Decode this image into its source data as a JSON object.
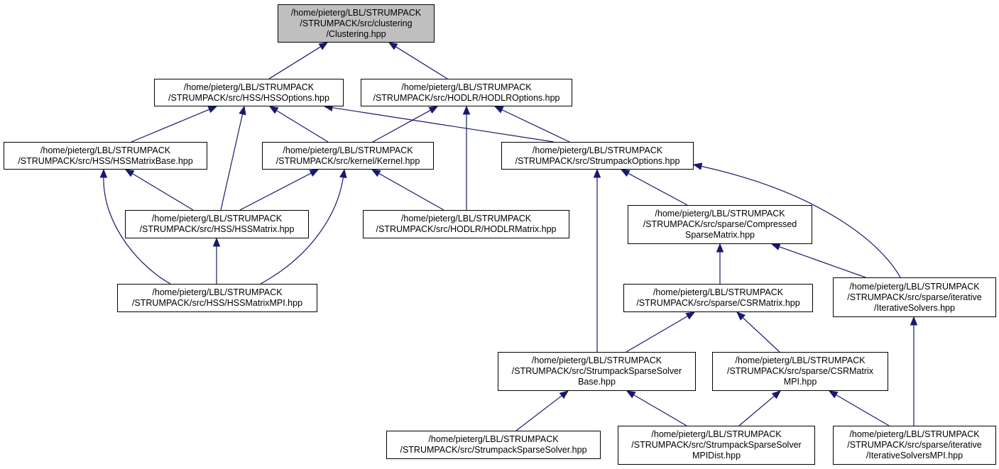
{
  "colors": {
    "edge": "#191970",
    "root_fill": "#bfbfbf",
    "node_fill": "#ffffff",
    "border": "#000000"
  },
  "nodes": [
    {
      "id": "clustering",
      "lines": [
        "/home/pieterg/LBL/STRUMPACK",
        "/STRUMPACK/src/clustering",
        "/Clustering.hpp"
      ],
      "root": true
    },
    {
      "id": "hssoptions",
      "lines": [
        "/home/pieterg/LBL/STRUMPACK",
        "/STRUMPACK/src/HSS/HSSOptions.hpp"
      ]
    },
    {
      "id": "hodlroptions",
      "lines": [
        "/home/pieterg/LBL/STRUMPACK",
        "/STRUMPACK/src/HODLR/HODLROptions.hpp"
      ]
    },
    {
      "id": "hssmatrixbase",
      "lines": [
        "/home/pieterg/LBL/STRUMPACK",
        "/STRUMPACK/src/HSS/HSSMatrixBase.hpp"
      ]
    },
    {
      "id": "kernel",
      "lines": [
        "/home/pieterg/LBL/STRUMPACK",
        "/STRUMPACK/src/kernel/Kernel.hpp"
      ]
    },
    {
      "id": "strumpackoptions",
      "lines": [
        "/home/pieterg/LBL/STRUMPACK",
        "/STRUMPACK/src/StrumpackOptions.hpp"
      ]
    },
    {
      "id": "hssmatrix",
      "lines": [
        "/home/pieterg/LBL/STRUMPACK",
        "/STRUMPACK/src/HSS/HSSMatrix.hpp"
      ]
    },
    {
      "id": "hodlrmatrix",
      "lines": [
        "/home/pieterg/LBL/STRUMPACK",
        "/STRUMPACK/src/HODLR/HODLRMatrix.hpp"
      ]
    },
    {
      "id": "compressedsparsematrix",
      "lines": [
        "/home/pieterg/LBL/STRUMPACK",
        "/STRUMPACK/src/sparse/Compressed",
        "SparseMatrix.hpp"
      ]
    },
    {
      "id": "hssmatrixmpi",
      "lines": [
        "/home/pieterg/LBL/STRUMPACK",
        "/STRUMPACK/src/HSS/HSSMatrixMPI.hpp"
      ]
    },
    {
      "id": "csrmatrix",
      "lines": [
        "/home/pieterg/LBL/STRUMPACK",
        "/STRUMPACK/src/sparse/CSRMatrix.hpp"
      ]
    },
    {
      "id": "iterativesolvers",
      "lines": [
        "/home/pieterg/LBL/STRUMPACK",
        "/STRUMPACK/src/sparse/iterative",
        "/IterativeSolvers.hpp"
      ]
    },
    {
      "id": "sparsesolverbase",
      "lines": [
        "/home/pieterg/LBL/STRUMPACK",
        "/STRUMPACK/src/StrumpackSparseSolver",
        "Base.hpp"
      ]
    },
    {
      "id": "csrmatrixmpi",
      "lines": [
        "/home/pieterg/LBL/STRUMPACK",
        "/STRUMPACK/src/sparse/CSRMatrix",
        "MPI.hpp"
      ]
    },
    {
      "id": "sparsesolver",
      "lines": [
        "/home/pieterg/LBL/STRUMPACK",
        "/STRUMPACK/src/StrumpackSparseSolver.hpp"
      ]
    },
    {
      "id": "sparsesolvermpidist",
      "lines": [
        "/home/pieterg/LBL/STRUMPACK",
        "/STRUMPACK/src/StrumpackSparseSolver",
        "MPIDist.hpp"
      ]
    },
    {
      "id": "iterativesolversmpi",
      "lines": [
        "/home/pieterg/LBL/STRUMPACK",
        "/STRUMPACK/src/sparse/iterative",
        "/IterativeSolversMPI.hpp"
      ]
    }
  ],
  "edges": [
    {
      "from": "hssoptions",
      "to": "clustering"
    },
    {
      "from": "hodlroptions",
      "to": "clustering"
    },
    {
      "from": "hssmatrixbase",
      "to": "hssoptions"
    },
    {
      "from": "hssmatrix",
      "to": "hssoptions"
    },
    {
      "from": "kernel",
      "to": "hssoptions"
    },
    {
      "from": "strumpackoptions",
      "to": "hssoptions"
    },
    {
      "from": "kernel",
      "to": "hodlroptions"
    },
    {
      "from": "hodlrmatrix",
      "to": "hodlroptions"
    },
    {
      "from": "strumpackoptions",
      "to": "hodlroptions"
    },
    {
      "from": "hssmatrix",
      "to": "hssmatrixbase"
    },
    {
      "from": "hssmatrixmpi",
      "to": "hssmatrixbase"
    },
    {
      "from": "hssmatrix",
      "to": "kernel"
    },
    {
      "from": "hodlrmatrix",
      "to": "kernel"
    },
    {
      "from": "hssmatrixmpi",
      "to": "kernel"
    },
    {
      "from": "hssmatrixmpi",
      "to": "hssmatrix"
    },
    {
      "from": "sparsesolverbase",
      "to": "strumpackoptions"
    },
    {
      "from": "compressedsparsematrix",
      "to": "strumpackoptions"
    },
    {
      "from": "iterativesolvers",
      "to": "strumpackoptions"
    },
    {
      "from": "csrmatrix",
      "to": "compressedsparsematrix"
    },
    {
      "from": "iterativesolvers",
      "to": "compressedsparsematrix"
    },
    {
      "from": "sparsesolverbase",
      "to": "csrmatrix"
    },
    {
      "from": "csrmatrixmpi",
      "to": "csrmatrix"
    },
    {
      "from": "iterativesolversmpi",
      "to": "iterativesolvers"
    },
    {
      "from": "sparsesolver",
      "to": "sparsesolverbase"
    },
    {
      "from": "sparsesolvermpidist",
      "to": "sparsesolverbase"
    },
    {
      "from": "sparsesolvermpidist",
      "to": "csrmatrixmpi"
    },
    {
      "from": "iterativesolversmpi",
      "to": "csrmatrixmpi"
    }
  ]
}
